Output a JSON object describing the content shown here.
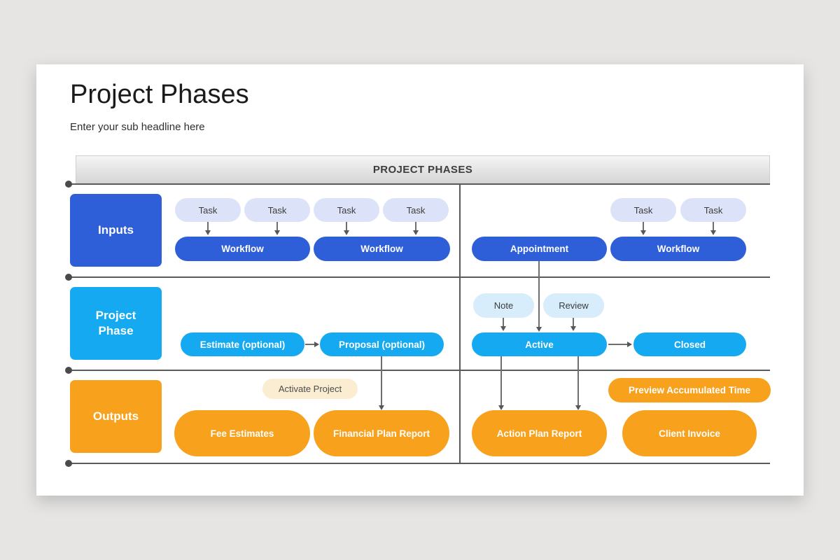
{
  "slide": {
    "title": "Project Phases",
    "subtitle": "Enter your sub headline here",
    "banner_label": "PROJECT PHASES"
  },
  "rows": {
    "inputs": "Inputs",
    "project_phase": "Project Phase",
    "outputs": "Outputs"
  },
  "nodes": {
    "tasks_left": [
      "Task",
      "Task",
      "Task",
      "Task"
    ],
    "tasks_right": [
      "Task",
      "Task"
    ],
    "workflow_left_1": "Workflow",
    "workflow_left_2": "Workflow",
    "appointment": "Appointment",
    "workflow_right": "Workflow",
    "note": "Note",
    "review": "Review",
    "estimate": "Estimate (optional)",
    "proposal": "Proposal (optional)",
    "active": "Active",
    "closed": "Closed",
    "activate_project": "Activate Project",
    "fee_estimates": "Fee Estimates",
    "financial_plan_report": "Financial Plan Report",
    "preview_accumulated_time": "Preview Accumulated Time",
    "action_plan_report": "Action Plan Report",
    "client_invoice": "Client Invoice"
  },
  "colors": {
    "page_bg": "#e6e5e4",
    "royal_blue": "#2e5fd8",
    "cyan": "#14a9f0",
    "orange": "#f8a11d",
    "lavender": "#dce3f9",
    "light_blue": "#d7edfc",
    "cream": "#fbedd2",
    "line": "#5a5a5a",
    "banner_text": "#3d3d3d"
  }
}
